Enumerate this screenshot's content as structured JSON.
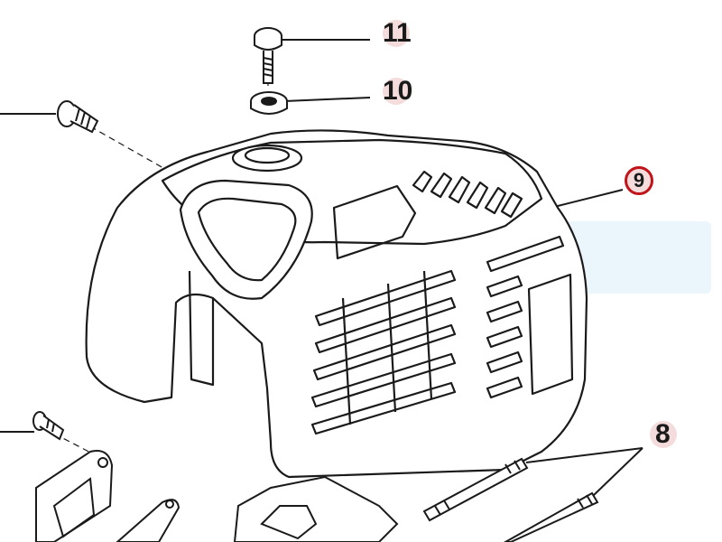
{
  "callouts": {
    "part_11": "11",
    "part_10": "10",
    "part_9": "9",
    "part_8": "8"
  },
  "colors": {
    "line": "#1a1a1a",
    "highlight_bubble": "#f4dcdc",
    "highlight_ring": "#c0141a",
    "watermark": "#cfe8f3"
  }
}
